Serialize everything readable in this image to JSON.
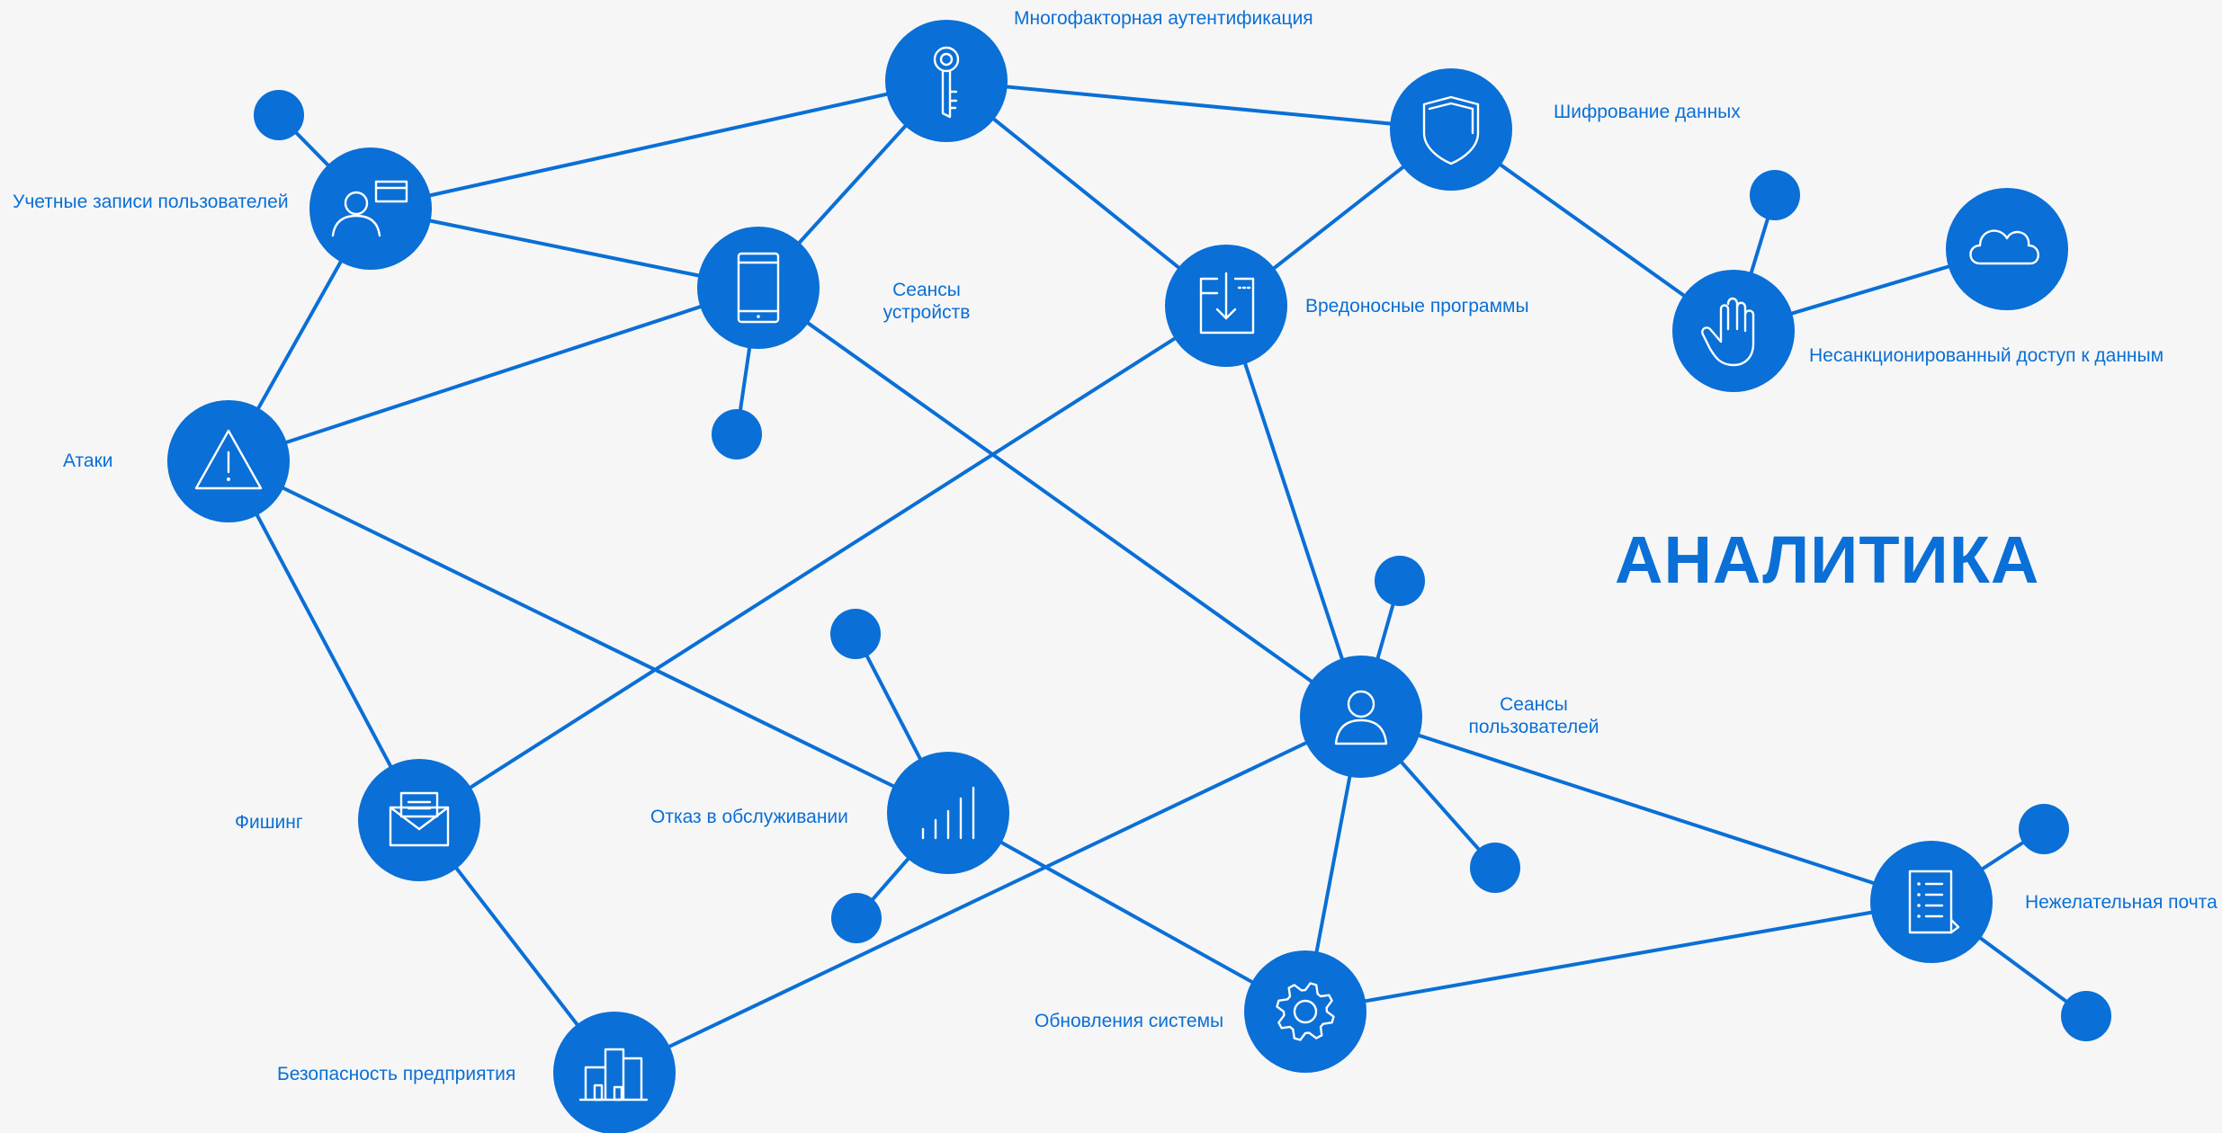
{
  "heading": "АНАЛИТИКА",
  "colors": {
    "accent": "#0a6fd6",
    "background": "#f6f6f6",
    "icon": "#ffffff"
  },
  "labels": {
    "mfa": "Многофакторная аутентификация",
    "encryption": "Шифрование данных",
    "accounts": "Учетные записи пользователей",
    "device_sessions_1": "Сеансы",
    "device_sessions_2": "устройств",
    "malware": "Вредоносные программы",
    "unauthorized": "Несанкционированный доступ к данным",
    "attacks": "Атаки",
    "user_sessions_1": "Сеансы",
    "user_sessions_2": "пользователей",
    "phishing": "Фишинг",
    "dos": "Отказ в обслуживании",
    "spam": "Нежелательная почта",
    "updates": "Обновления системы",
    "enterprise": "Безопасность предприятия"
  },
  "nodes": [
    {
      "id": "mfa",
      "icon": "key-icon"
    },
    {
      "id": "encryption",
      "icon": "shield-icon"
    },
    {
      "id": "accounts",
      "icon": "user-account-icon"
    },
    {
      "id": "device_sessions",
      "icon": "tablet-icon"
    },
    {
      "id": "malware",
      "icon": "download-window-icon"
    },
    {
      "id": "unauthorized",
      "icon": "hand-stop-icon"
    },
    {
      "id": "cloud",
      "icon": "cloud-icon"
    },
    {
      "id": "attacks",
      "icon": "warning-icon"
    },
    {
      "id": "user_sessions",
      "icon": "user-icon"
    },
    {
      "id": "phishing",
      "icon": "envelope-icon"
    },
    {
      "id": "dos",
      "icon": "bar-chart-icon"
    },
    {
      "id": "spam",
      "icon": "document-list-icon"
    },
    {
      "id": "updates",
      "icon": "gear-icon"
    },
    {
      "id": "enterprise",
      "icon": "buildings-icon"
    }
  ],
  "edges": [
    [
      "accounts",
      "mfa"
    ],
    [
      "accounts",
      "device_sessions"
    ],
    [
      "accounts",
      "attacks"
    ],
    [
      "accounts",
      "dot_accounts"
    ],
    [
      "mfa",
      "encryption"
    ],
    [
      "mfa",
      "device_sessions"
    ],
    [
      "mfa",
      "malware"
    ],
    [
      "encryption",
      "malware"
    ],
    [
      "encryption",
      "unauthorized"
    ],
    [
      "unauthorized",
      "cloud"
    ],
    [
      "unauthorized",
      "dot_unauthorized"
    ],
    [
      "device_sessions",
      "attacks"
    ],
    [
      "device_sessions",
      "dot_device"
    ],
    [
      "device_sessions",
      "user_sessions"
    ],
    [
      "malware",
      "phishing"
    ],
    [
      "malware",
      "user_sessions"
    ],
    [
      "attacks",
      "phishing"
    ],
    [
      "attacks",
      "dos"
    ],
    [
      "phishing",
      "enterprise"
    ],
    [
      "dos",
      "dot_dos_top"
    ],
    [
      "dos",
      "dot_dos_bottom"
    ],
    [
      "dos",
      "updates"
    ],
    [
      "user_sessions",
      "dot_user_top"
    ],
    [
      "user_sessions",
      "dot_user_bottom"
    ],
    [
      "user_sessions",
      "enterprise"
    ],
    [
      "user_sessions",
      "updates"
    ],
    [
      "user_sessions",
      "spam"
    ],
    [
      "updates",
      "spam"
    ],
    [
      "spam",
      "dot_spam_top"
    ],
    [
      "spam",
      "dot_spam_bottom"
    ]
  ]
}
